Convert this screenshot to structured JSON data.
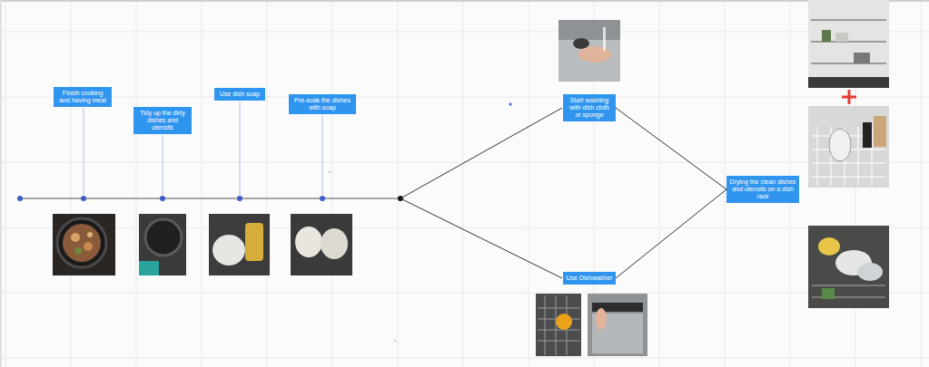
{
  "diagram": {
    "nodes": [
      {
        "text": [
          "Finish cooking and having meal"
        ]
      },
      {
        "text": [
          "Tidy up the dirty dishes and utensils"
        ]
      },
      {
        "text": [
          "Use dish soap"
        ]
      },
      {
        "text": [
          "Pre-soak the dishes with soap"
        ]
      },
      {
        "text": [
          "Start washing with dish cloth or sponge"
        ]
      },
      {
        "text": [
          "Use Dishwasher"
        ]
      },
      {
        "text": [
          "Drying the clean dishes and utensils on a dish rack"
        ]
      }
    ],
    "edges": [
      {
        "from": 4,
        "to": 6,
        "arrow": "none"
      },
      {
        "from": 5,
        "to": 6,
        "arrow": "none"
      }
    ]
  }
}
